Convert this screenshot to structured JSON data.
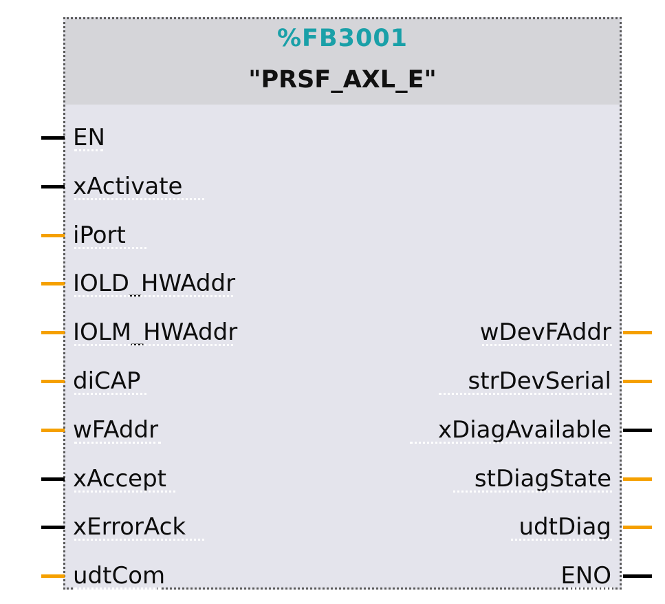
{
  "block": {
    "number": "%FB3001",
    "name": "\"PRSF_AXL_E\"",
    "number_color": "#1aa0a8"
  },
  "colors": {
    "bool_wire": "#000000",
    "other_wire": "#f5a000"
  },
  "inputs": [
    {
      "label": "EN",
      "wire": "bool"
    },
    {
      "label": "xActivate",
      "wire": "bool"
    },
    {
      "label": "iPort",
      "wire": "other"
    },
    {
      "label": "IOLD_HWAddr",
      "wire": "other"
    },
    {
      "label": "IOLM_HWAddr",
      "wire": "other"
    },
    {
      "label": "diCAP",
      "wire": "other"
    },
    {
      "label": "wFAddr",
      "wire": "other"
    },
    {
      "label": "xAccept",
      "wire": "bool"
    },
    {
      "label": "xErrorAck",
      "wire": "bool"
    },
    {
      "label": "udtCom",
      "wire": "other"
    }
  ],
  "outputs": [
    {
      "label": "wDevFAddr",
      "wire": "other"
    },
    {
      "label": "strDevSerial",
      "wire": "other"
    },
    {
      "label": "xDiagAvailable",
      "wire": "bool"
    },
    {
      "label": "stDiagState",
      "wire": "other"
    },
    {
      "label": "udtDiag",
      "wire": "other"
    },
    {
      "label": "ENO",
      "wire": "bool"
    }
  ]
}
